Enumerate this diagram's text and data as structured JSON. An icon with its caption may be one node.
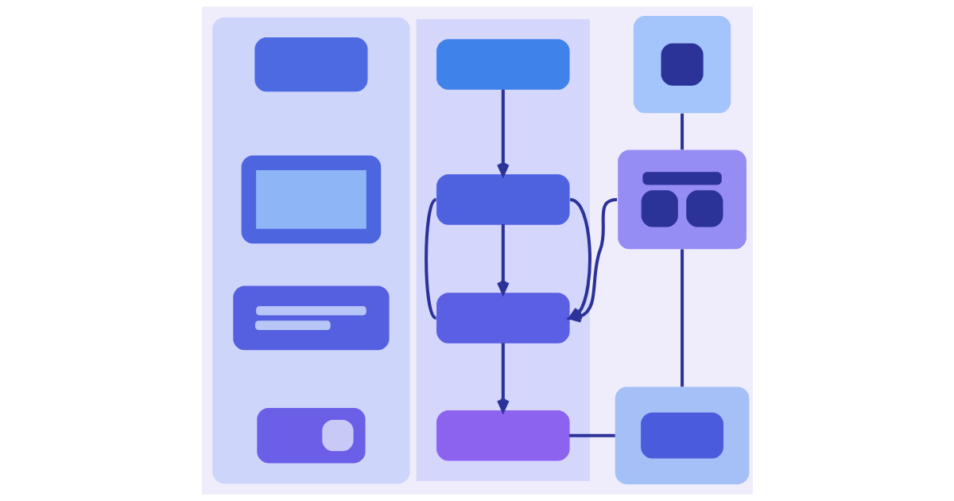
{
  "diagram": {
    "nodes": [
      {
        "text": [],
        "shape": "box"
      },
      {
        "text": [],
        "shape": "box",
        "in": 0
      },
      {
        "text": [],
        "shape": "picture",
        "in": 0
      },
      {
        "text": [],
        "shape": "picture",
        "in": 0
      },
      {
        "text": [],
        "shape": "toggle",
        "in": 0
      },
      {
        "text": [],
        "shape": "box"
      },
      {
        "text": [],
        "shape": "stadium",
        "in": 5
      },
      {
        "text": [],
        "shape": "box",
        "in": 5
      },
      {
        "text": [],
        "shape": "box",
        "in": 5
      },
      {
        "text": [],
        "shape": "stadium",
        "in": 5
      },
      {
        "text": [],
        "shape": "picture"
      },
      {
        "text": [],
        "shape": "picture"
      },
      {
        "text": [],
        "shape": "picture"
      }
    ],
    "edges": [
      {
        "from": 6,
        "to": 7,
        "arrow": "to"
      },
      {
        "from": 7,
        "to": 8,
        "arrow": "to"
      },
      {
        "from": 8,
        "to": 9,
        "arrow": "to"
      },
      {
        "from": 7,
        "to": 8,
        "arrow": "none"
      },
      {
        "from": 7,
        "to": 8,
        "arrow": "to"
      },
      {
        "from": 11,
        "to": 8,
        "arrow": "to"
      },
      {
        "from": 9,
        "to": 12,
        "arrow": "none"
      },
      {
        "from": 10,
        "to": 11,
        "arrow": "none"
      },
      {
        "from": 11,
        "to": 12,
        "arrow": "none"
      }
    ]
  }
}
